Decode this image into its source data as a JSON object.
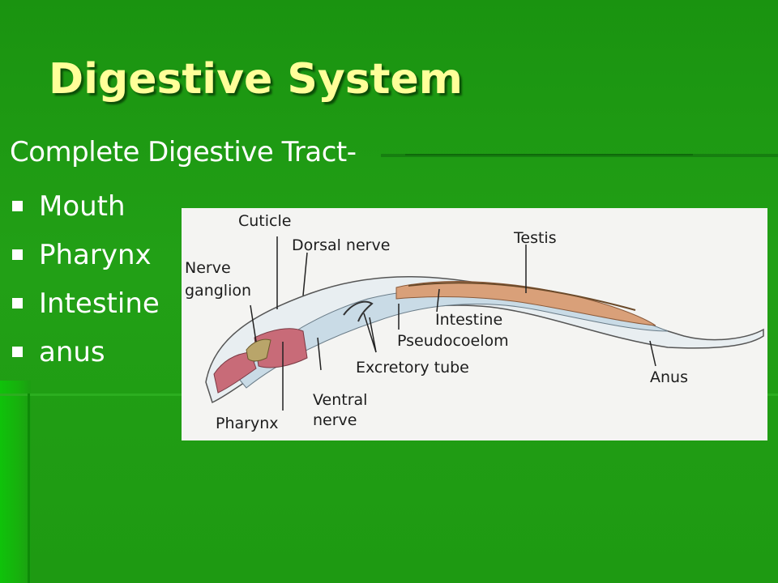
{
  "slide": {
    "title": "Digestive System",
    "subtitle": "Complete Digestive Tract-",
    "bullets": [
      "Mouth",
      "Pharynx",
      "Intestine",
      "anus"
    ]
  },
  "diagram": {
    "labels": {
      "cuticle": "Cuticle",
      "dorsal_nerve": "Dorsal nerve",
      "testis": "Testis",
      "nerve": "Nerve",
      "ganglion": "ganglion",
      "intestine": "Intestine",
      "pseudocoelom": "Pseudocoelom",
      "excretory_tube": "Excretory tube",
      "anus": "Anus",
      "ventral": "Ventral",
      "nerve2": "nerve",
      "pharynx": "Pharynx"
    }
  },
  "colors": {
    "background": "#1f9a14",
    "title": "#ffff99",
    "text": "#ffffff",
    "pharynx": "#c86b78",
    "intestine": "#d9a079",
    "body": "#cfdde6"
  }
}
